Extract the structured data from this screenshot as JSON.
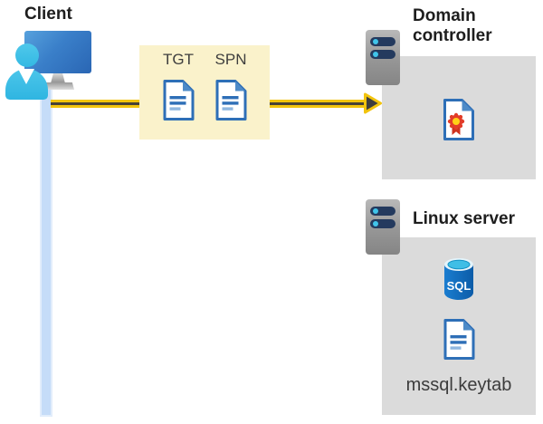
{
  "diagram": {
    "client": {
      "label": "Client"
    },
    "token_box": {
      "tgt_label": "TGT",
      "spn_label": "SPN"
    },
    "domain_controller": {
      "label": "Domain controller"
    },
    "linux_server": {
      "label": "Linux server"
    },
    "sql": {
      "label": "SQL"
    },
    "keytab": {
      "label": "mssql.keytab"
    },
    "colors": {
      "highlight_box_yellow": "#FAF2CB",
      "panel_gray": "#DBDBDB",
      "arrow_yellow": "#F2C40D",
      "arrow_head_dark": "#3E3E3E",
      "document_blue": "#2E6FB7",
      "client_line_blue": "#C5DCF8",
      "person_cyan": "#44C2E8",
      "monitor_blue": "#2F6FBE",
      "server_pill_navy": "#243A5E",
      "server_dot_cyan": "#41C4EA",
      "sql_body_blue": "#0E65B2",
      "sql_top_cyan": "#3FBEE6",
      "certificate_red": "#E23C28",
      "certificate_yellow": "#FFD117"
    }
  }
}
